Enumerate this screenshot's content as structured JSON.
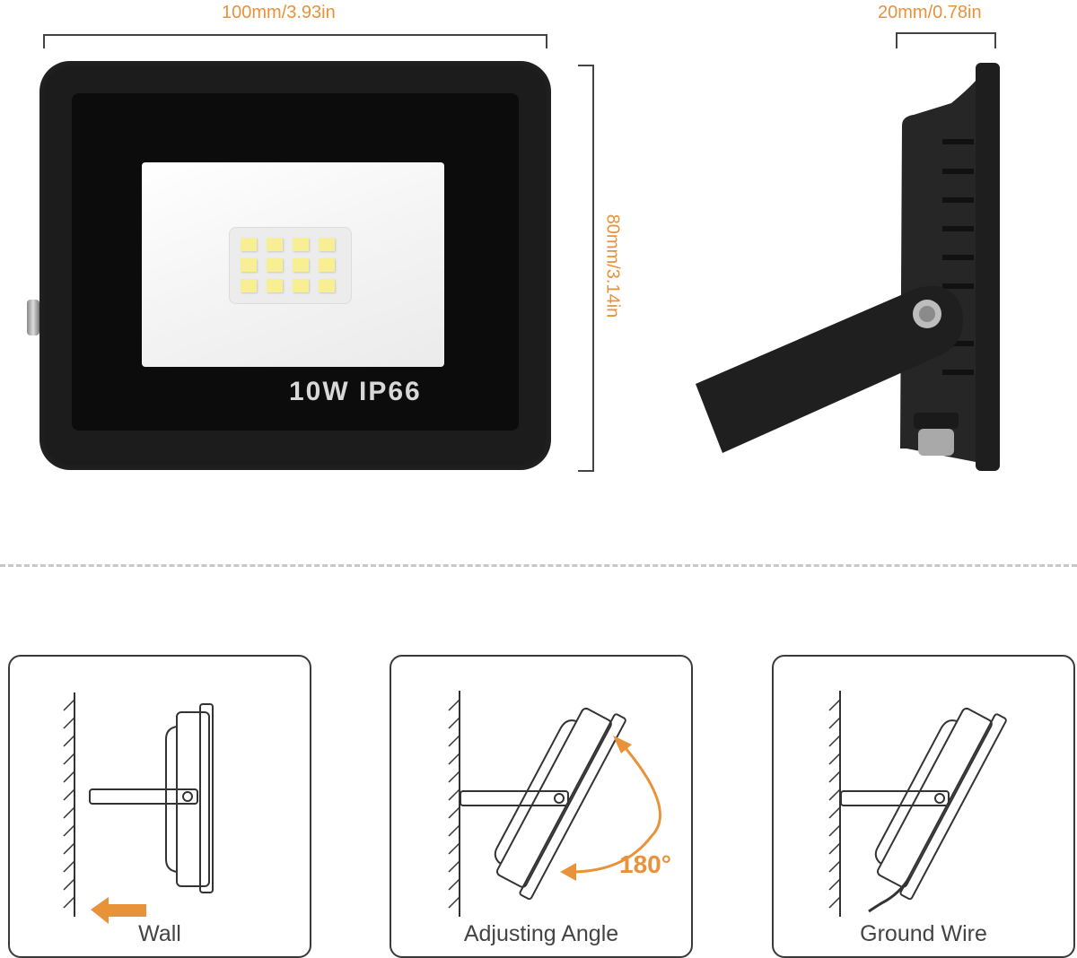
{
  "dimensions": {
    "width_label": "100mm/3.93in",
    "height_label": "80mm/3.14in",
    "depth_label": "20mm/0.78in"
  },
  "product": {
    "badge": "10W  IP66",
    "wattage": "10W",
    "ip_rating": "IP66",
    "led_count": 12,
    "led_grid": "4x3"
  },
  "install_modes": [
    {
      "label": "Wall"
    },
    {
      "label": "Adjusting Angle",
      "angle_label": "180°"
    },
    {
      "label": "Ground Wire"
    }
  ],
  "colors": {
    "accent": "#e8923a",
    "housing": "#1c1c1c",
    "led": "#f8ef95",
    "line": "#3a3a3a"
  }
}
